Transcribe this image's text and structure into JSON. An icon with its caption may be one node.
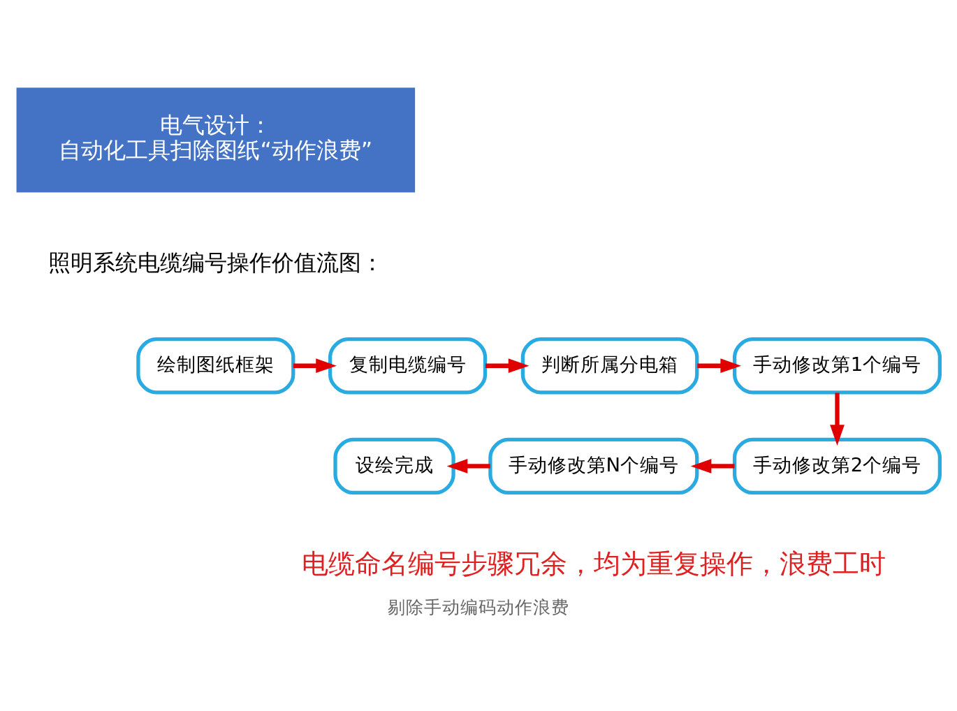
{
  "diagram": {
    "title": "照明系统电缆编号操作价值流图：",
    "caption": "剔除手动编码动作浪费",
    "nodes": [
      {
        "text": [
          "电气设计：",
          "自动化工具扫除图纸“动作浪费”"
        ]
      },
      {
        "text": [
          "绘制图纸框架"
        ]
      },
      {
        "text": [
          "复制电缆编号"
        ]
      },
      {
        "text": [
          "判断所属分电箱"
        ]
      },
      {
        "text": [
          "手动修改第1个编号"
        ]
      },
      {
        "text": [
          "手动修改第2个编号"
        ]
      },
      {
        "text": [
          "手动修改第N个编号"
        ]
      },
      {
        "text": [
          "设绘完成"
        ]
      }
    ],
    "edges": [
      {
        "from": 1,
        "to": 2,
        "arrow": "to"
      },
      {
        "from": 2,
        "to": 3,
        "arrow": "to"
      },
      {
        "from": 3,
        "to": 4,
        "arrow": "to"
      },
      {
        "from": 4,
        "to": 5,
        "arrow": "to"
      },
      {
        "from": 5,
        "to": 6,
        "arrow": "to"
      },
      {
        "from": 6,
        "to": 7,
        "arrow": "to"
      }
    ],
    "labels": [
      "电缆命名编号步骤冗余，均为重复操作，浪费工时"
    ]
  }
}
